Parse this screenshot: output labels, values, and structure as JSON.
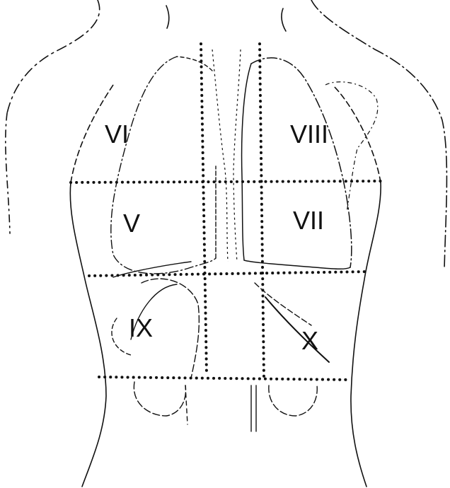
{
  "regions": [
    {
      "id": "vi",
      "label": "VI"
    },
    {
      "id": "viii",
      "label": "VIII"
    },
    {
      "id": "v",
      "label": "V"
    },
    {
      "id": "vii",
      "label": "VII"
    },
    {
      "id": "ix",
      "label": "IX"
    },
    {
      "id": "x",
      "label": "X"
    }
  ],
  "colors": {
    "ink": "#111111",
    "background": "#ffffff"
  }
}
